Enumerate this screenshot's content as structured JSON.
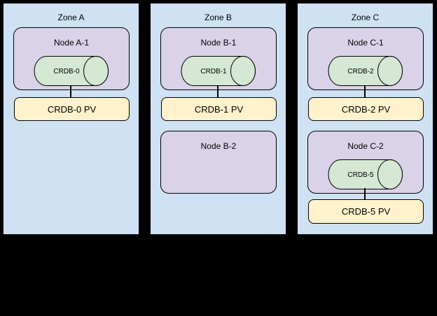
{
  "canvas": {
    "background": "#000000"
  },
  "colors": {
    "zone_fill": "#cfe2f3",
    "node_fill": "#d9d2e9",
    "database_fill": "#d5e8d4",
    "pv_fill": "#fff2cc",
    "outline": "#000000",
    "text": "#000000"
  },
  "zones": [
    {
      "label": "Zone A",
      "nodes": [
        {
          "label": "Node A-1",
          "database": "CRDB-0",
          "pv": "CRDB-0 PV"
        }
      ]
    },
    {
      "label": "Zone B",
      "nodes": [
        {
          "label": "Node B-1",
          "database": "CRDB-1",
          "pv": "CRDB-1 PV"
        },
        {
          "label": "Node B-2"
        }
      ]
    },
    {
      "label": "Zone C",
      "nodes": [
        {
          "label": "Node C-1",
          "database": "CRDB-2",
          "pv": "CRDB-2 PV"
        },
        {
          "label": "Node C-2",
          "database": "CRDB-5",
          "pv": "CRDB-5 PV"
        }
      ]
    }
  ]
}
